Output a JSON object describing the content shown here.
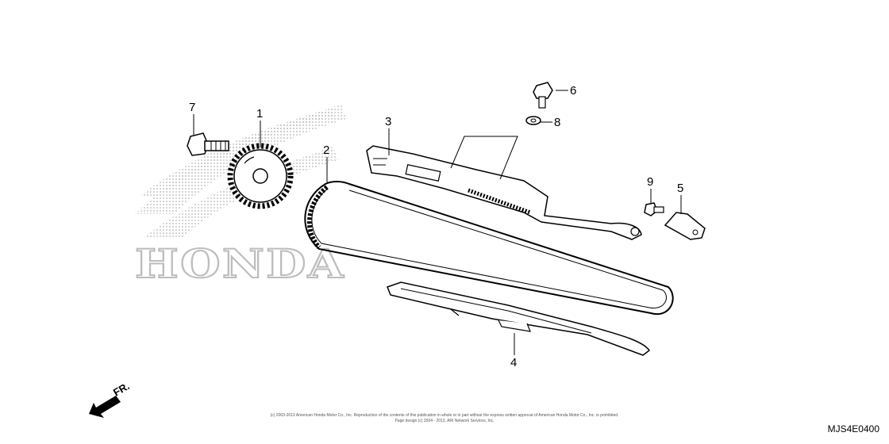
{
  "watermark": {
    "text": "HONDA"
  },
  "direction": {
    "label": "FR."
  },
  "callouts": [
    {
      "num": "1",
      "part": "cam-sprocket"
    },
    {
      "num": "2",
      "part": "cam-chain"
    },
    {
      "num": "3",
      "part": "chain-tensioner-arm"
    },
    {
      "num": "4",
      "part": "chain-guide"
    },
    {
      "num": "5",
      "part": "bracket"
    },
    {
      "num": "6",
      "part": "bolt"
    },
    {
      "num": "7",
      "part": "flange-bolt"
    },
    {
      "num": "8",
      "part": "washer"
    },
    {
      "num": "9",
      "part": "small-bolt"
    }
  ],
  "footer": {
    "copyright_line1": "(c) 2003-2013 American Honda Motor Co., Inc. Reproduction of the contents of this publication in whole or in part without the express written approval of American Honda Motor Co., Inc. is prohibited.",
    "copyright_line2": "Page design (c) 2004 - 2013, ARI Network Services, Inc.",
    "diagram_code": "MJS4E0400"
  }
}
